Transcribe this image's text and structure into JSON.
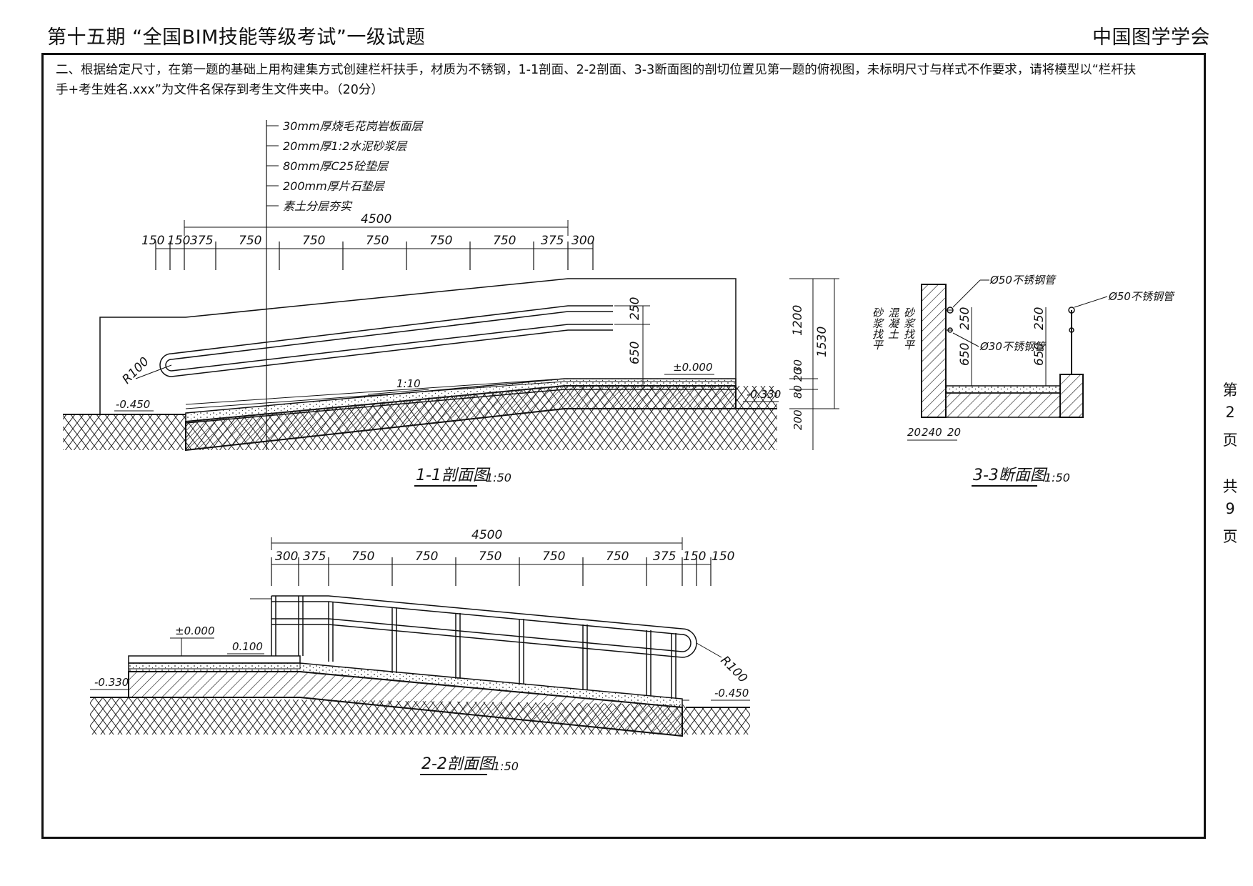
{
  "header": {
    "title": "第十五期 “全国BIM技能等级考试”一级试题",
    "organization": "中国图学学会"
  },
  "instruction": {
    "line1": "二、根据给定尺寸，在第一题的基础上用构建集方式创建栏杆扶手，材质为不锈钢，1-1剖面、2-2剖面、3-3断面图的剖切位置见第一题的俯视图，未标明尺寸与样式不作要求，请将模型以“栏杆扶",
    "line2": "手+考生姓名.xxx”为文件名保存到考生文件夹中。（20分）"
  },
  "page_indicator": {
    "chars": [
      "第",
      "2",
      "页",
      "共",
      "9",
      "页"
    ]
  },
  "section_1_1": {
    "layers": [
      "30mm厚烧毛花岗岩板面层",
      "20mm厚1:2水泥砂浆层",
      "80mm厚C25砼垫层",
      "200mm厚片石垫层",
      "素土分层夯实"
    ],
    "total_dim": "4500",
    "dims": [
      "150",
      "150",
      "375",
      "750",
      "750",
      "750",
      "750",
      "750",
      "375",
      "300"
    ],
    "rail_dims": [
      "250",
      "650"
    ],
    "right_dims": [
      "1200",
      "1530",
      "30",
      "80",
      "20",
      "200"
    ],
    "radius": "R100",
    "slope": "1:10",
    "elev_top": "±0.000",
    "elev_left": "-0.450",
    "elev_right": "-0.330",
    "title": "1-1剖面图",
    "scale": "1:50"
  },
  "section_3_3": {
    "pipe_top_left": "Ø50不锈钢管",
    "pipe_mid": "Ø30不锈钢管",
    "pipe_top_right": "Ø50不锈钢管",
    "vertical_label_1": "砂浆找平",
    "vertical_label_2": "混凝土",
    "vertical_label_3": "砂浆找平",
    "dims_left": [
      "250",
      "650"
    ],
    "dims_right": [
      "250",
      "650"
    ],
    "bottom_dims": [
      "20",
      "240",
      "20"
    ],
    "title": "3-3断面图",
    "scale": "1:50"
  },
  "section_2_2": {
    "total_dim": "4500",
    "dims": [
      "300",
      "375",
      "750",
      "750",
      "750",
      "750",
      "750",
      "375",
      "150",
      "150"
    ],
    "elev_top": "±0.000",
    "elev_step": "0.100",
    "elev_left": "-0.330",
    "elev_right": "-0.450",
    "radius": "R100",
    "title": "2-2剖面图",
    "scale": "1:50"
  }
}
